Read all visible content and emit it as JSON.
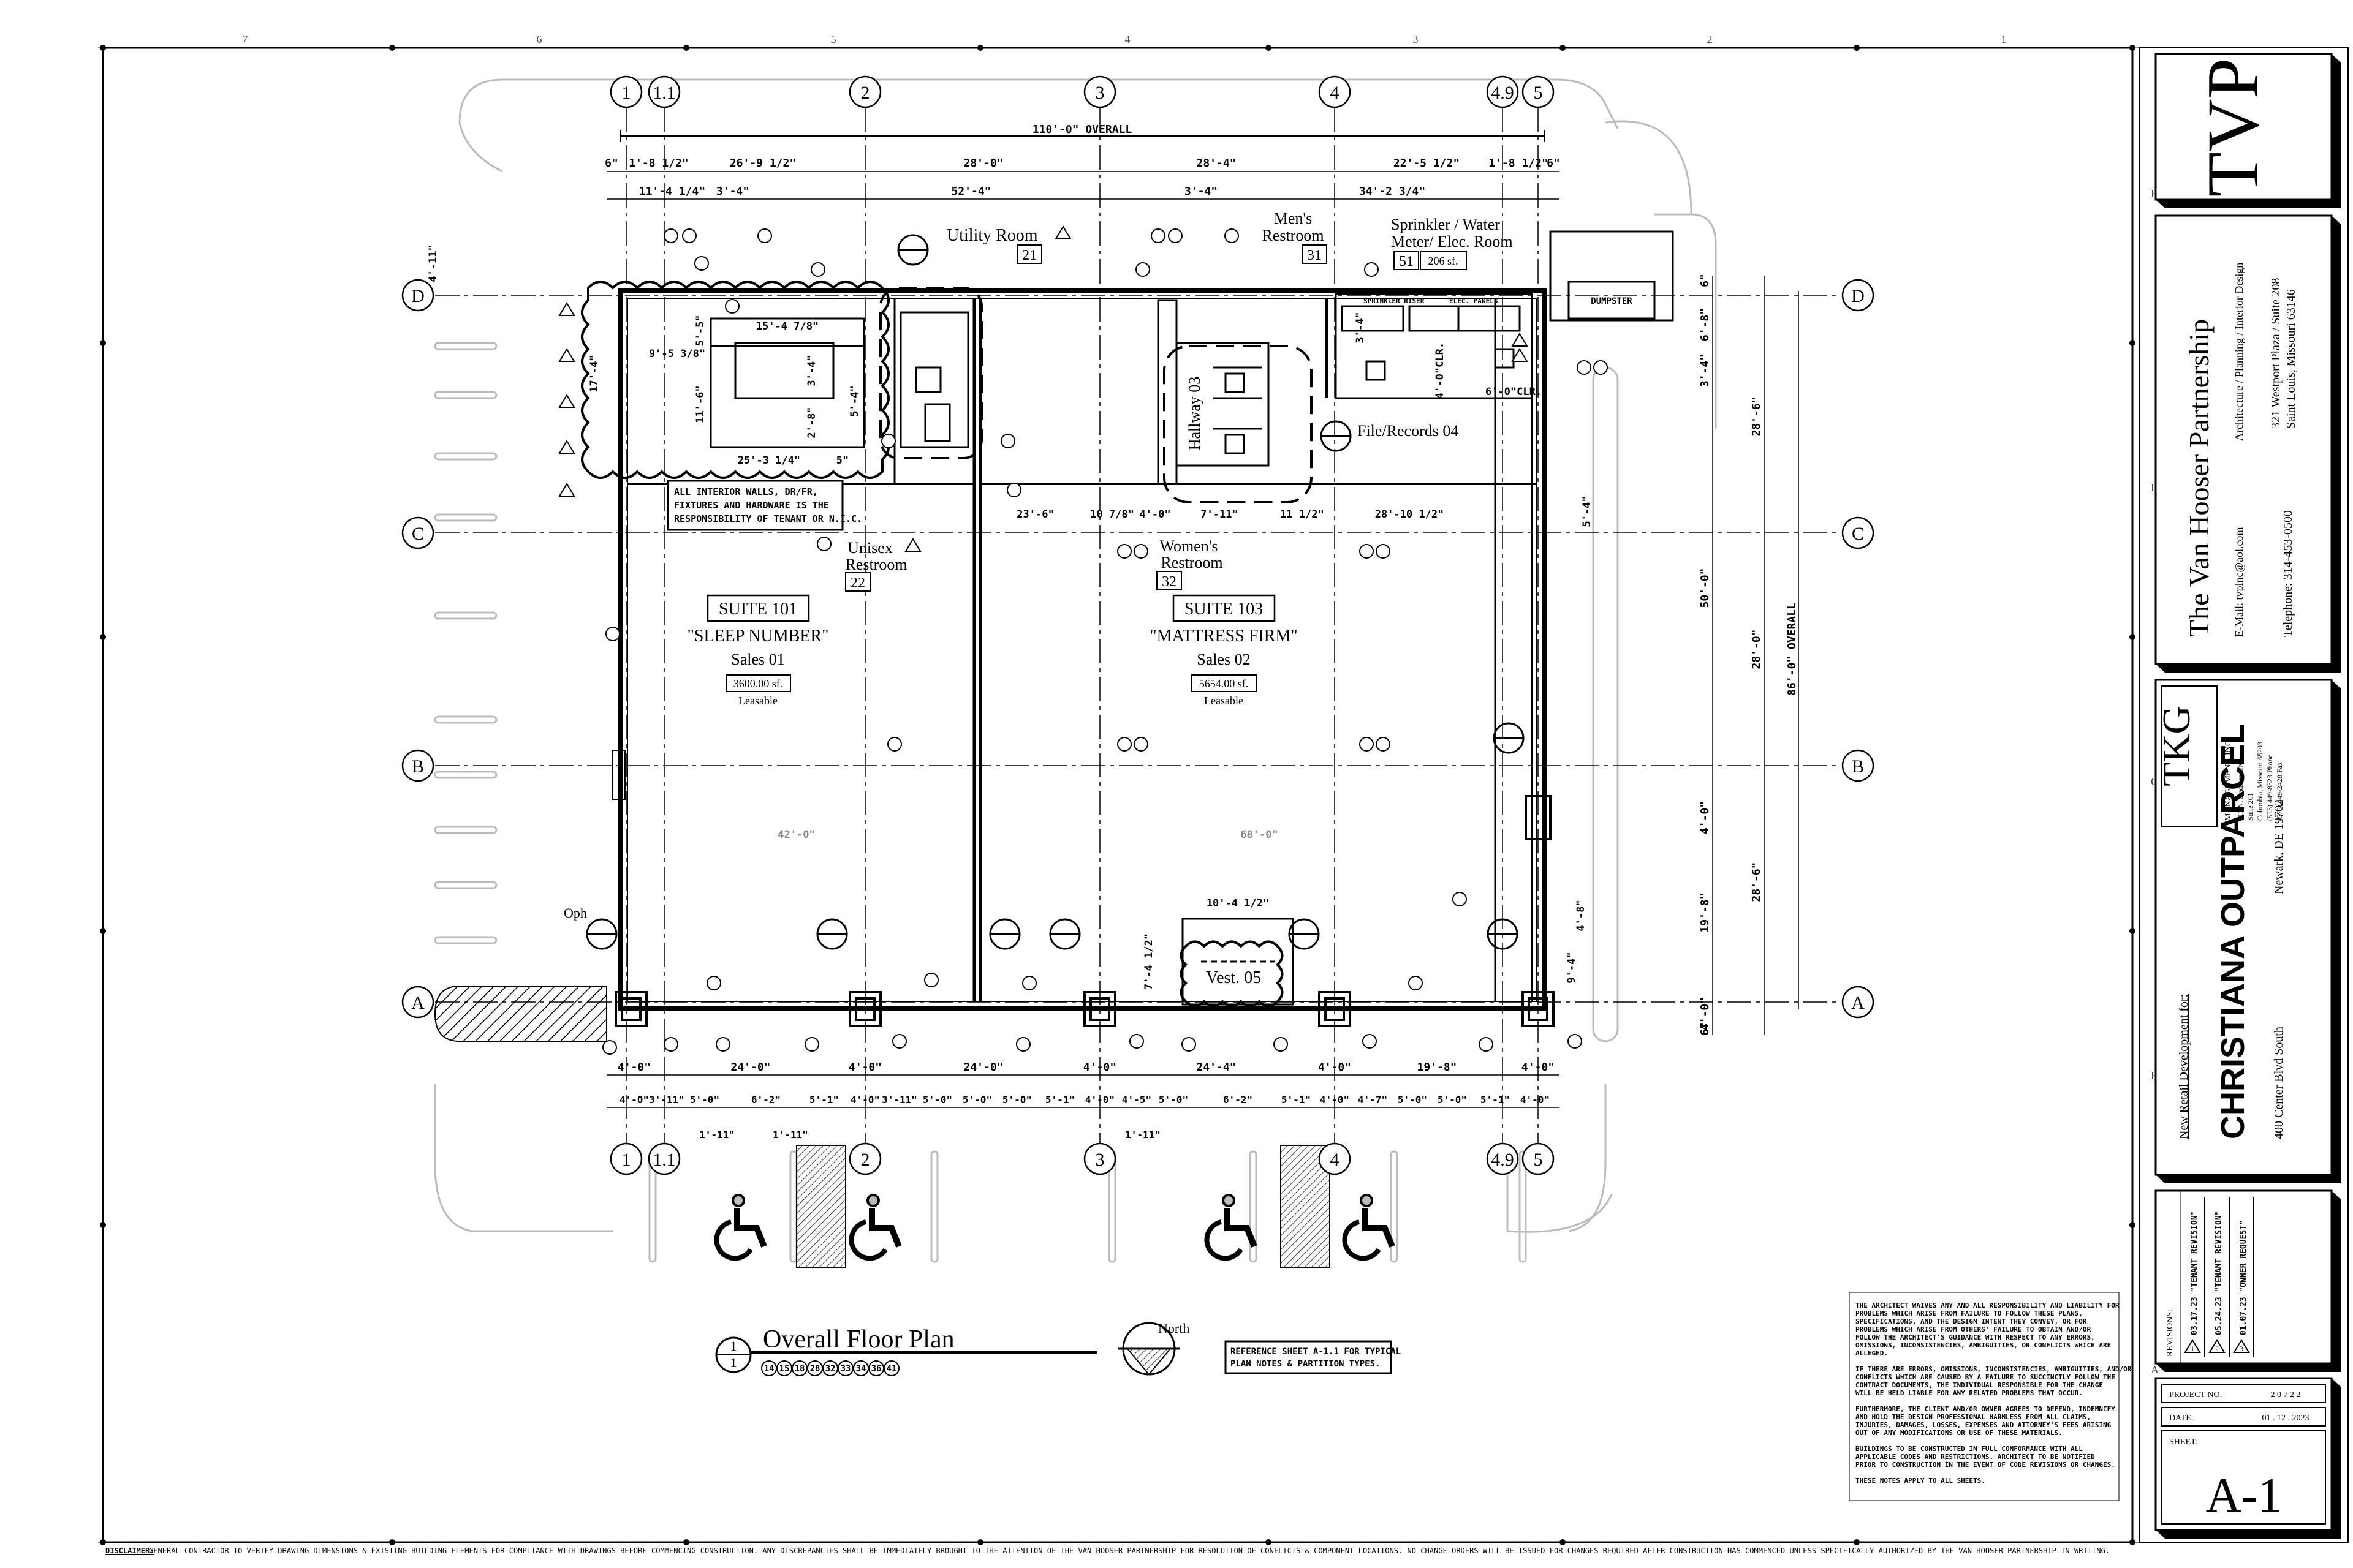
{
  "sheet": {
    "border_col_numbers": [
      "7",
      "6",
      "5",
      "4",
      "3",
      "2",
      "1"
    ],
    "border_row_letters": [
      "E",
      "D",
      "C",
      "B",
      "A"
    ],
    "disclaimer_label": "DISCLAIMER:",
    "disclaimer_text": "GENERAL CONTRACTOR TO VERIFY DRAWING DIMENSIONS & EXISTING BUILDING ELEMENTS FOR COMPLIANCE WITH DRAWINGS BEFORE COMMENCING CONSTRUCTION.  ANY DISCREPANCIES SHALL BE IMMEDIATELY BROUGHT TO THE ATTENTION OF THE VAN HOOSER PARTNERSHIP FOR RESOLUTION OF CONFLICTS & COMPONENT LOCATIONS.  NO CHANGE ORDERS WILL BE ISSUED FOR CHANGES REQUIRED AFTER CONSTRUCTION HAS COMMENCED UNLESS SPECIFICALLY AUTHORIZED BY THE VAN HOOSER PARTNERSHIP IN WRITING."
  },
  "grid": {
    "cols_top": [
      "1",
      "1.1",
      "2",
      "3",
      "4",
      "4.9",
      "5"
    ],
    "cols_bottom": [
      "1",
      "1.1",
      "2",
      "3",
      "4",
      "4.9",
      "5"
    ],
    "rows_left": [
      "D",
      "C",
      "B",
      "A"
    ],
    "rows_right": [
      "D",
      "C",
      "B",
      "A"
    ]
  },
  "dimensions": {
    "overall_width": "110'-0\" OVERALL",
    "overall_depth": "86'-0\" OVERALL",
    "top_row1": [
      "6\"",
      "1'-8 1/2\"",
      "26'-9 1/2\"",
      "28'-0\"",
      "28'-4\"",
      "22'-5 1/2\"",
      "1'-8 1/2\"",
      "6\""
    ],
    "top_row2": [
      "11'-4 1/4\"",
      "3'-4\"",
      "52'-4\"",
      "3'-4\"",
      "34'-2 3/4\""
    ],
    "right_outer": [
      "28'-6\"",
      "28'-0\"",
      "28'-6\""
    ],
    "right_inner": [
      "6\"",
      "6'-8\"",
      "3'-4\"",
      "50'-0\"",
      "4'-0\"",
      "19'-8\"",
      "4'-0\"",
      "6\""
    ],
    "bottom_row1": [
      "4'-0\"",
      "24'-0\"",
      "4'-0\"",
      "24'-0\"",
      "4'-0\"",
      "24'-4\"",
      "4'-0\"",
      "19'-8\"",
      "4'-0\""
    ],
    "bottom_row2": [
      "4'-0\"",
      "3'-11\"",
      "5'-0\"",
      "6'-2\"",
      "5'-1\"",
      "4'-0\"",
      "3'-11\"",
      "5'-0\"",
      "5'-0\"",
      "5'-0\"",
      "5'-1\"",
      "4'-0\"",
      "4'-5\"",
      "5'-0\"",
      "6'-2\"",
      "5'-1\"",
      "4'-0\"",
      "4'-7\"",
      "5'-0\"",
      "5'-0\"",
      "5'-1\"",
      "4'-0\""
    ],
    "bottom_small": [
      "1'-11\"",
      "1'-11\"",
      "1'-11\""
    ],
    "interior": [
      "23'-6\"",
      "10 7/8\"",
      "4'-0\"",
      "7'-11\"",
      "11 1/2\"",
      "28'-10 1/2\"",
      "42'-0\"",
      "68'-0\"",
      "10'-4 1/2\"",
      "7'-4 1/2\"",
      "4'-11\"",
      "17'-4\"",
      "5'-4\"",
      "9'-4\"",
      "4'-8\"",
      "15'-4 7/8\"",
      "9'-5 3/8\"",
      "11'-6\"",
      "25'-3 1/4\"",
      "6'-0\"CLR.",
      "4'-0\"CLR.",
      "5'-5\"",
      "3'-4\"",
      "2'-8\"",
      "5'-4\"",
      "3'-4\"",
      "5\""
    ]
  },
  "rooms": {
    "utility": {
      "label": "Utility Room",
      "number": "21"
    },
    "mens": {
      "label1": "Men's",
      "label2": "Restroom",
      "number": "31"
    },
    "sprinkler": {
      "label1": "Sprinkler / Water",
      "label2": "Meter/ Elec. Room",
      "number": "51",
      "area": "206 sf."
    },
    "hallway": {
      "label": "Hallway 03"
    },
    "file": {
      "label": "File/Records 04"
    },
    "unisex": {
      "label1": "Unisex",
      "label2": "Restroom",
      "number": "22"
    },
    "womens": {
      "label1": "Women's",
      "label2": "Restroom",
      "number": "32"
    },
    "vest": {
      "label": "Vest. 05"
    },
    "dumpster": {
      "label": "DUMPSTER"
    },
    "oph": {
      "label": "Oph"
    }
  },
  "suites": [
    {
      "title": "SUITE 101",
      "name": "\"SLEEP NUMBER\"",
      "sales": "Sales 01",
      "area": "3600.00 sf.",
      "leasable": "Leasable"
    },
    {
      "title": "SUITE 103",
      "name": "\"MATTRESS FIRM\"",
      "sales": "Sales 02",
      "area": "5654.00 sf.",
      "leasable": "Leasable"
    }
  ],
  "notes": {
    "walls_note": [
      "ALL INTERIOR WALLS, DR/FR,",
      "FIXTURES AND HARDWARE IS THE",
      "RESPONSIBILITY OF TENANT OR N.I.C."
    ],
    "reference_note": [
      "REFERENCE SHEET A-1.1 FOR TYPICAL",
      "PLAN NOTES & PARTITION TYPES."
    ],
    "sprinkler_riser": "SPRINKLER RISER",
    "elec_panels": "ELEC. PANELS",
    "liability": [
      "THE ARCHITECT WAIVES ANY AND ALL RESPONSIBILITY AND LIABILITY FOR",
      "PROBLEMS WHICH ARISE FROM FAILURE TO FOLLOW THESE PLANS,",
      "SPECIFICATIONS, AND THE DESIGN INTENT THEY CONVEY, OR FOR",
      "PROBLEMS WHICH ARISE FROM OTHERS' FAILURE TO OBTAIN AND/OR",
      "FOLLOW THE  ARCHITECT'S GUIDANCE WITH RESPECT TO ANY ERRORS,",
      "OMISSIONS, INCONSISTENCIES, AMBIGUITIES, OR CONFLICTS WHICH ARE",
      "ALLEGED.",
      "",
      "IF THERE ARE ERRORS, OMISSIONS, INCONSISTENCIES, AMBIGUITIES, AND/OR",
      "CONFLICTS WHICH ARE CAUSED BY A FAILURE TO SUCCINCTLY FOLLOW THE",
      "CONTRACT DOCUMENTS, THE INDIVIDUAL RESPONSIBLE FOR THE CHANGE",
      "WILL BE HELD LIABLE FOR ANY RELATED PROBLEMS THAT OCCUR.",
      "",
      "FURTHERMORE, THE CLIENT AND/OR OWNER AGREES TO DEFEND, INDEMNIFY",
      "AND HOLD THE DESIGN PROFESSIONAL HARMLESS FROM ALL CLAIMS,",
      "INJURIES, DAMAGES, LOSSES, EXPENSES AND ATTORNEY'S FEES ARISING",
      "OUT OF ANY MODIFICATIONS OR USE OF THESE MATERIALS.",
      "",
      "BUILDINGS TO BE CONSTRUCTED IN FULL CONFORMANCE WITH ALL",
      "APPLICABLE CODES AND RESTRICTIONS.  ARCHITECT TO BE NOTIFIED",
      "PRIOR TO CONSTRUCTION IN THE EVENT OF CODE REVISIONS OR CHANGES.",
      "",
      "THESE NOTES APPLY TO ALL SHEETS."
    ]
  },
  "plan_title": {
    "number": "1",
    "sheet": "1",
    "title": "Overall Floor Plan",
    "north": "North",
    "keynotes": [
      "14",
      "15",
      "18",
      "28",
      "32",
      "33",
      "34",
      "36",
      "41"
    ]
  },
  "title_block": {
    "firm_logo": "TVP",
    "firm_name": "The Van Hooser Partnership",
    "firm_services": "Architecture / Planning / Interior Design",
    "firm_address1": "321 Westport Plaza / Suite 208",
    "firm_address2": "Saint Louis, Missouri 63146",
    "firm_email": "E-Mail: tvpinc@aol.com",
    "firm_phone": "Telephone: 314-453-0500",
    "dev_logo": "TKG",
    "dev_name": "MANAGEMENT, INC.",
    "dev_address": [
      "211 N. Stadium Blvd.",
      "Suite  201",
      "Columbia, Missouri 65203",
      "(573) 449-8323 Phone",
      "(573) 449-2428 Fax"
    ],
    "project_for": "New Retail Development for:",
    "project_name": "CHRISTIANA OUTPARCEL",
    "project_address": "400 Center Blvd South",
    "project_city": "Newark, DE 19702",
    "revisions_label": "REVISIONS:",
    "revisions": [
      {
        "num": "1",
        "text": "03.17.23 \"TENANT REVISION\""
      },
      {
        "num": "2",
        "text": "05.24.23 \"TENANT REVISION\""
      },
      {
        "num": "3",
        "text": "01.07.23 \"OWNER REQUEST\""
      }
    ],
    "project_no_label": "PROJECT NO.",
    "project_no": "2 0 7 2 2",
    "date_label": "DATE:",
    "date": "01 . 12 . 2023",
    "sheet_label": "SHEET:",
    "sheet_no": "A-1"
  }
}
